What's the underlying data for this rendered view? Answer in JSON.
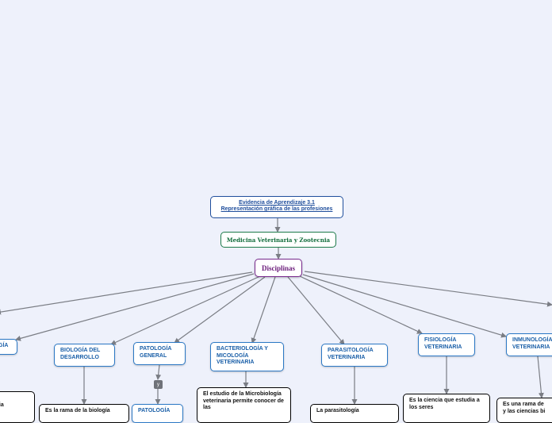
{
  "root": {
    "line1": "Evidencia de Aprendizaje 3.1",
    "line2": "Representación gráfica de las profesiones"
  },
  "career": "Medicina Veterinaria y Zootecnia",
  "center": "Disciplinas",
  "topics": [
    {
      "label": "GÍA"
    },
    {
      "label": "BIOLOGÍA DEL DESARROLLO"
    },
    {
      "label": "PATOLOGÍA GENERAL"
    },
    {
      "label": "BACTERIOLOGÍA Y MICOLOGÍA VETERINARIA"
    },
    {
      "label": "PARASITOLOGÍA VETERINARIA"
    },
    {
      "label": "FISIOLOGÍA VETERINARIA"
    },
    {
      "label": "INMUNOLOGÍA VETERINARIA"
    }
  ],
  "descriptions": [
    {
      "text": "la\ntudia\nde"
    },
    {
      "text": "Es la rama de la biología"
    },
    {
      "text": "PATOLOGÍA"
    },
    {
      "text": "El estudio de la Microbiología veterinaria permite conocer de las"
    },
    {
      "text": "La parasitología"
    },
    {
      "text": "Es la ciencia que estudia a los seres"
    },
    {
      "text": "Es una rama de\ny las ciencias bi"
    }
  ],
  "connector": "y"
}
